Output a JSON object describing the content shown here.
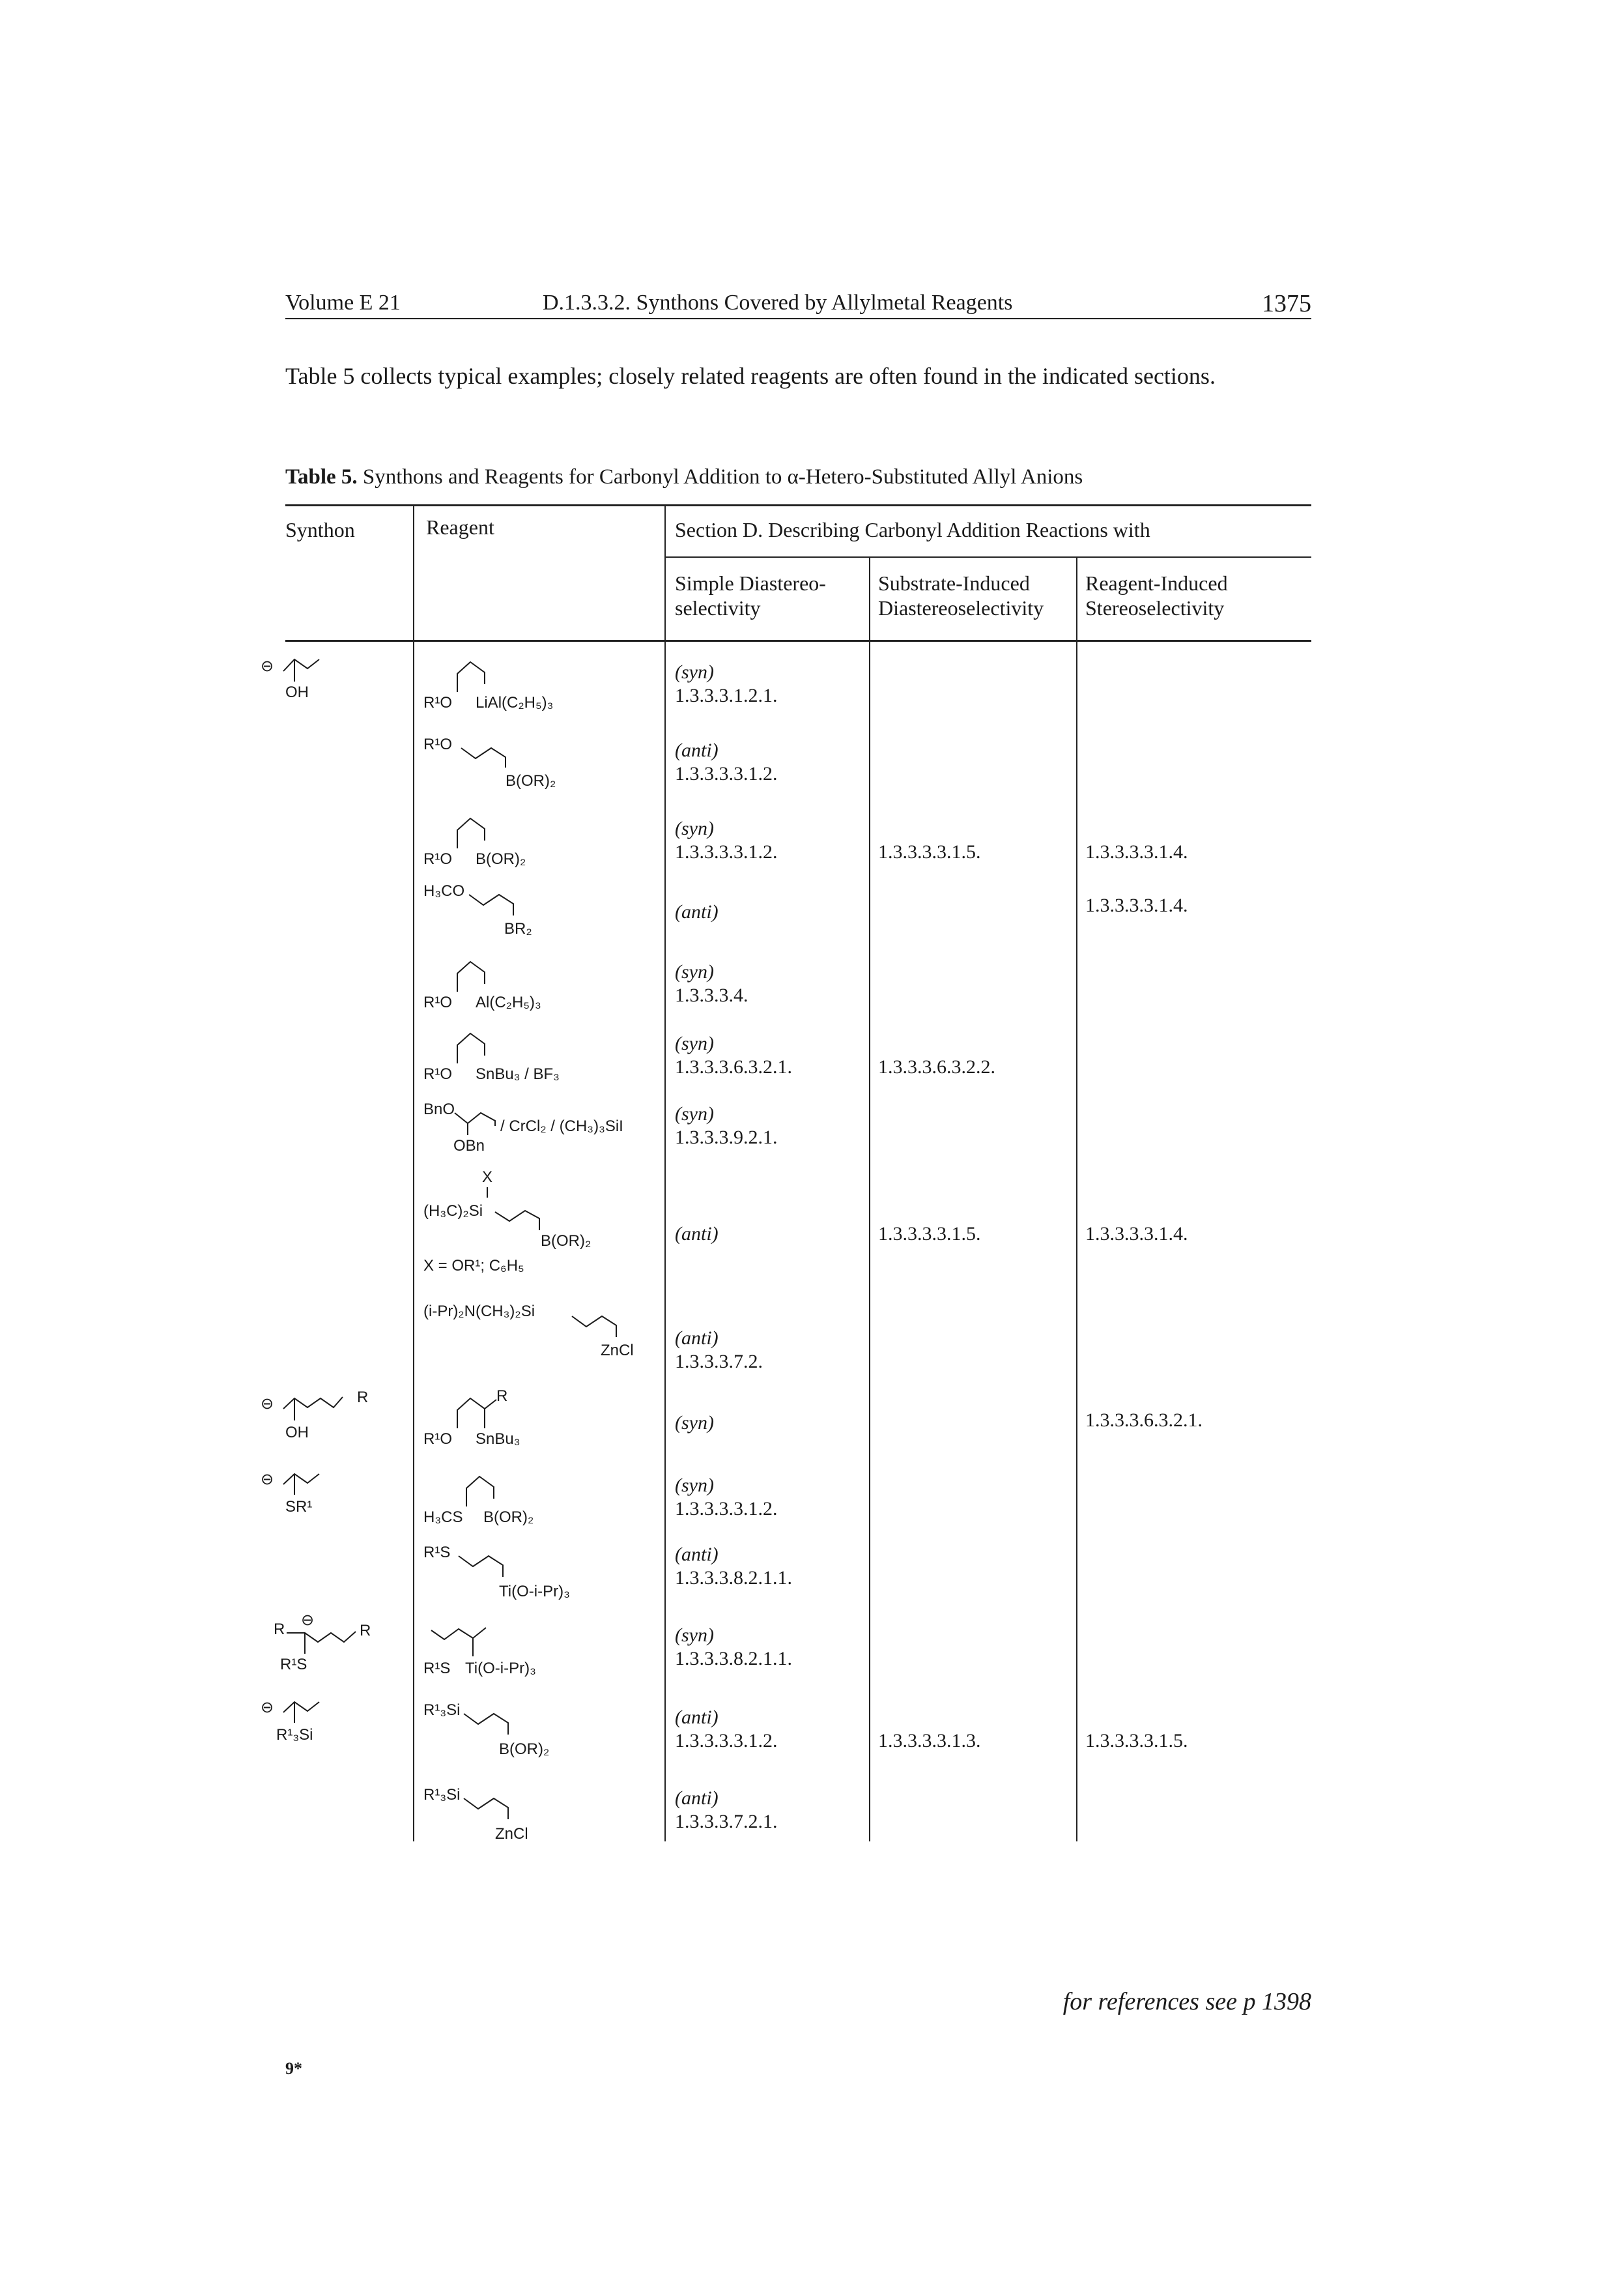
{
  "header": {
    "volume": "Volume E 21",
    "section": "D.1.3.3.2. Synthons Covered by Allylmetal Reagents",
    "page": "1375"
  },
  "intro": "Table 5 collects typical examples; closely related reagents are often found in the indicated sections.",
  "caption": {
    "label": "Table 5.",
    "text": " Synthons and Reagents for Carbonyl Addition to α-Hetero-Substituted Allyl Anions"
  },
  "table": {
    "headers": {
      "synthon": "Synthon",
      "reagent": "Reagent",
      "section_group": "Section D. Describing Carbonyl Addition Reactions with",
      "simple": "Simple Diastereo-\nselectivity",
      "substrate": "Substrate-Induced\nDiastereoselectivity",
      "reagent_induced": "Reagent-Induced\nStereoselectivity"
    },
    "rows": [
      {
        "synthon": "OH",
        "reagent": [
          "R¹O",
          "LiAl(C₂H₅)₃"
        ],
        "simple_sel": "(syn)",
        "simple_sec": "1.3.3.3.1.2.1.",
        "substrate": "",
        "reagent_induced": ""
      },
      {
        "synthon": "",
        "reagent": [
          "R¹O",
          "B(OR)₂"
        ],
        "simple_sel": "(anti)",
        "simple_sec": "1.3.3.3.3.1.2.",
        "substrate": "",
        "reagent_induced": ""
      },
      {
        "synthon": "",
        "reagent": [
          "R¹O",
          "B(OR)₂"
        ],
        "simple_sel": "(syn)",
        "simple_sec": "1.3.3.3.3.1.2.",
        "substrate": "1.3.3.3.3.1.5.",
        "reagent_induced": "1.3.3.3.3.1.4."
      },
      {
        "synthon": "",
        "reagent": [
          "H₃CO",
          "BR₂"
        ],
        "simple_sel": "(anti)",
        "simple_sec": "",
        "substrate": "",
        "reagent_induced": "1.3.3.3.3.1.4."
      },
      {
        "synthon": "",
        "reagent": [
          "R¹O",
          "Al(C₂H₅)₃"
        ],
        "simple_sel": "(syn)",
        "simple_sec": "1.3.3.3.4.",
        "substrate": "",
        "reagent_induced": ""
      },
      {
        "synthon": "",
        "reagent": [
          "R¹O",
          "SnBu₃ / BF₃"
        ],
        "simple_sel": "(syn)",
        "simple_sec": "1.3.3.3.6.3.2.1.",
        "substrate": "1.3.3.3.6.3.2.2.",
        "reagent_induced": ""
      },
      {
        "synthon": "",
        "reagent": [
          "BnO",
          "/ CrCl₂ / (CH₃)₃SiI",
          "OBn"
        ],
        "simple_sel": "(syn)",
        "simple_sec": "1.3.3.3.9.2.1.",
        "substrate": "",
        "reagent_induced": ""
      },
      {
        "synthon": "",
        "reagent": [
          "X",
          "(H₃C)₂Si",
          "B(OR)₂",
          "X = OR¹; C₆H₅"
        ],
        "simple_sel": "(anti)",
        "simple_sec": "",
        "substrate": "1.3.3.3.3.1.5.",
        "reagent_induced": "1.3.3.3.3.1.4."
      },
      {
        "synthon": "",
        "reagent": [
          "(i-Pr)₂N(CH₃)₂Si",
          "ZnCl"
        ],
        "simple_sel": "(anti)",
        "simple_sec": "1.3.3.3.7.2.",
        "substrate": "",
        "reagent_induced": ""
      },
      {
        "synthon": "OH",
        "reagent": [
          "R¹O",
          "SnBu₃",
          "R"
        ],
        "simple_sel": "(syn)",
        "simple_sec": "",
        "substrate": "",
        "reagent_induced": "1.3.3.3.6.3.2.1."
      },
      {
        "synthon": "SR¹",
        "reagent": [
          "H₃CS",
          "B(OR)₂"
        ],
        "simple_sel": "(syn)",
        "simple_sec": "1.3.3.3.3.1.2.",
        "substrate": "",
        "reagent_induced": ""
      },
      {
        "synthon": "",
        "reagent": [
          "R¹S",
          "Ti(O-i-Pr)₃"
        ],
        "simple_sel": "(anti)",
        "simple_sec": "1.3.3.3.8.2.1.1.",
        "substrate": "",
        "reagent_induced": ""
      },
      {
        "synthon": "R¹S",
        "reagent": [
          "R¹S",
          "Ti(O-i-Pr)₃"
        ],
        "simple_sel": "(syn)",
        "simple_sec": "1.3.3.3.8.2.1.1.",
        "substrate": "",
        "reagent_induced": ""
      },
      {
        "synthon": "R¹₃Si",
        "reagent": [
          "R¹₃Si",
          "B(OR)₂"
        ],
        "simple_sel": "(anti)",
        "simple_sec": "1.3.3.3.3.1.2.",
        "substrate": "1.3.3.3.3.1.3.",
        "reagent_induced": "1.3.3.3.3.1.5."
      },
      {
        "synthon": "",
        "reagent": [
          "R¹₃Si",
          "ZnCl"
        ],
        "simple_sel": "(anti)",
        "simple_sec": "1.3.3.3.7.2.1.",
        "substrate": "",
        "reagent_induced": ""
      }
    ]
  },
  "synthon_extras": {
    "charge": "⊖",
    "R": "R"
  },
  "footer": {
    "ref": "for references see p 1398",
    "signature": "9*"
  }
}
